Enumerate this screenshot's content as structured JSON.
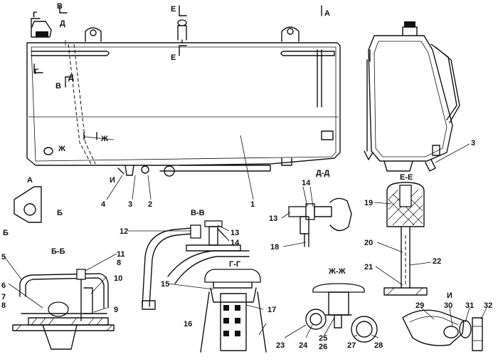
{
  "section_marks": {
    "g_top": "Г",
    "v_top": "В",
    "d_top": "Д",
    "e_top": "Е",
    "a_top": "А",
    "g_bot": "Г",
    "v_bot": "В",
    "d_bot": "Д",
    "e_bot": "Е",
    "zh_left": "Ж",
    "zh_right": "Ж",
    "i": "И",
    "b_a": "Б",
    "b_b": "Б"
  },
  "view_titles": {
    "a": "А",
    "bb": "Б-Б",
    "vv": "В-В",
    "gg": "Г-Г",
    "dd": "Д-Д",
    "ee": "Е-Е",
    "zhzh": "Ж-Ж",
    "i": "И"
  },
  "callouts": [
    "1",
    "2",
    "3",
    "4",
    "5",
    "6",
    "7",
    "8",
    "9",
    "10",
    "11",
    "12",
    "13",
    "14",
    "15",
    "16",
    "17",
    "18",
    "19",
    "20",
    "21",
    "22",
    "23",
    "24",
    "25",
    "26",
    "27",
    "28",
    "29",
    "30",
    "31",
    "32"
  ],
  "callout_extra": {
    "c3_side": "3",
    "c8_bb_top": "8",
    "c8_bb_left": "8",
    "c13_dd": "13",
    "c14_dd": "14",
    "c14_vv_b": "14"
  }
}
